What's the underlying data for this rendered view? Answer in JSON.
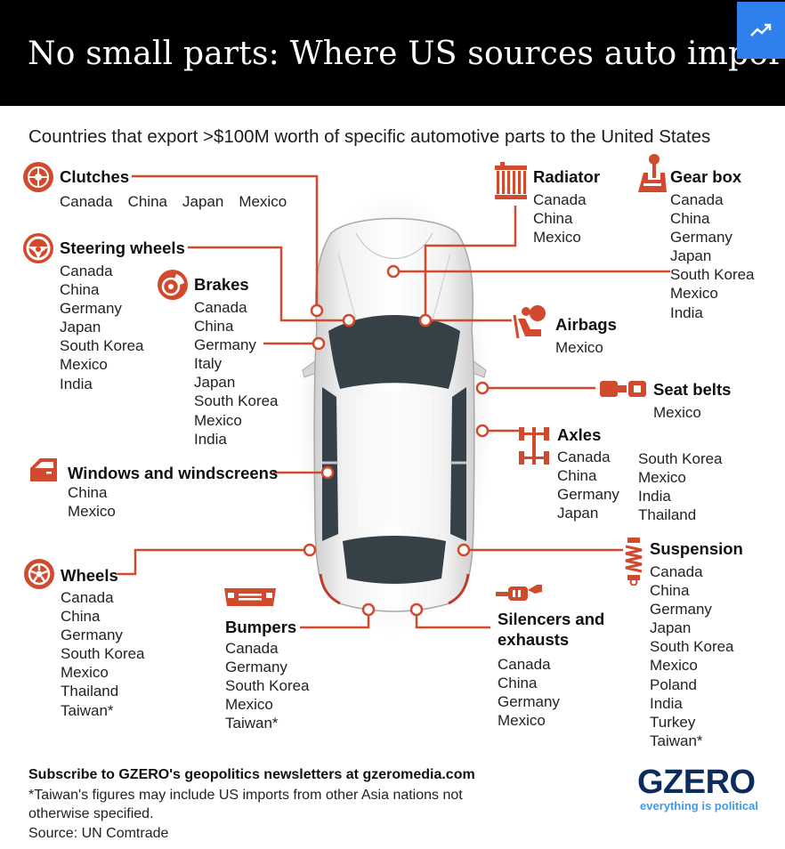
{
  "title": "No small parts: Where US sources auto imports",
  "subtitle": "Countries that export >$100M worth of specific automotive parts to the United States",
  "accent_color": "#d24a2e",
  "parts": [
    {
      "name": "Clutches",
      "icon": "clutch-icon",
      "countries": [
        "Canada",
        "China",
        "Japan",
        "Mexico"
      ]
    },
    {
      "name": "Steering wheels",
      "icon": "steering-wheel-icon",
      "countries": [
        "Canada",
        "China",
        "Germany",
        "Japan",
        "South Korea",
        "Mexico",
        "India"
      ]
    },
    {
      "name": "Brakes",
      "icon": "brake-icon",
      "countries": [
        "Canada",
        "China",
        "Germany",
        "Italy",
        "Japan",
        "South Korea",
        "Mexico",
        "India"
      ]
    },
    {
      "name": "Windows and windscreens",
      "icon": "car-door-icon",
      "countries": [
        "China",
        "Mexico"
      ]
    },
    {
      "name": "Wheels",
      "icon": "wheel-icon",
      "countries": [
        "Canada",
        "China",
        "Germany",
        "South Korea",
        "Mexico",
        "Thailand",
        "Taiwan*"
      ]
    },
    {
      "name": "Bumpers",
      "icon": "bumper-icon",
      "countries": [
        "Canada",
        "Germany",
        "South Korea",
        "Mexico",
        "Taiwan*"
      ]
    },
    {
      "name": "Radiator",
      "icon": "radiator-icon",
      "countries": [
        "Canada",
        "China",
        "Mexico"
      ]
    },
    {
      "name": "Gear box",
      "icon": "gear-box-icon",
      "countries": [
        "Canada",
        "China",
        "Germany",
        "Japan",
        "South Korea",
        "Mexico",
        "India"
      ]
    },
    {
      "name": "Airbags",
      "icon": "airbag-icon",
      "countries": [
        "Mexico"
      ]
    },
    {
      "name": "Seat belts",
      "icon": "seat-belt-icon",
      "countries": [
        "Mexico"
      ]
    },
    {
      "name": "Axles",
      "icon": "axle-icon",
      "countries": [
        "Canada",
        "China",
        "Germany",
        "Japan",
        "South Korea",
        "Mexico",
        "India",
        "Thailand"
      ]
    },
    {
      "name": "Silencers and exhausts",
      "icon": "exhaust-icon",
      "countries": [
        "Canada",
        "China",
        "Germany",
        "Mexico"
      ]
    },
    {
      "name": "Suspension",
      "icon": "suspension-icon",
      "countries": [
        "Canada",
        "China",
        "Germany",
        "Japan",
        "South Korea",
        "Mexico",
        "Poland",
        "India",
        "Turkey",
        "Taiwan*"
      ]
    }
  ],
  "footer": {
    "subscribe": "Subscribe to GZERO's geopolitics newsletters at gzeromedia.com",
    "note_line1": "*Taiwan's figures may include US imports from other Asia nations not",
    "note_line2": "otherwise specified.",
    "source": "Source: UN Comtrade"
  },
  "logo": {
    "name": "GZERO",
    "tagline": "everything is political"
  }
}
